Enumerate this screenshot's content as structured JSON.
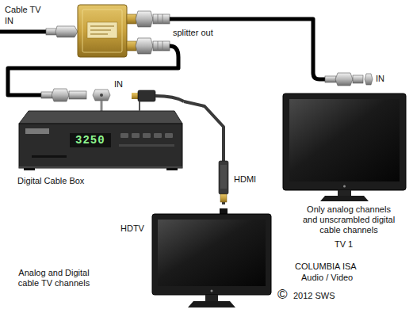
{
  "diagram": {
    "nodes": [
      {
        "text": [
          "splitter out"
        ]
      },
      {
        "text": [
          "3250",
          "Digital Cable Box"
        ]
      },
      {
        "text": [
          "Only analog channels and unscrambled digital cable channels",
          "TV 1"
        ]
      },
      {
        "text": [
          "HDTV",
          "Analog and Digital cable TV channels"
        ]
      }
    ],
    "edges": [
      {
        "from": 0,
        "to": 1,
        "arrow": "none"
      },
      {
        "from": 0,
        "to": 2,
        "arrow": "none"
      },
      {
        "from": 1,
        "to": 3,
        "label": "HDMI",
        "arrow": "none"
      }
    ],
    "labels": [
      "Cable TV",
      "IN",
      "IN",
      "IN",
      "COLUMBIA ISA",
      "Audio / Video",
      "©",
      "2012 SWS"
    ]
  }
}
